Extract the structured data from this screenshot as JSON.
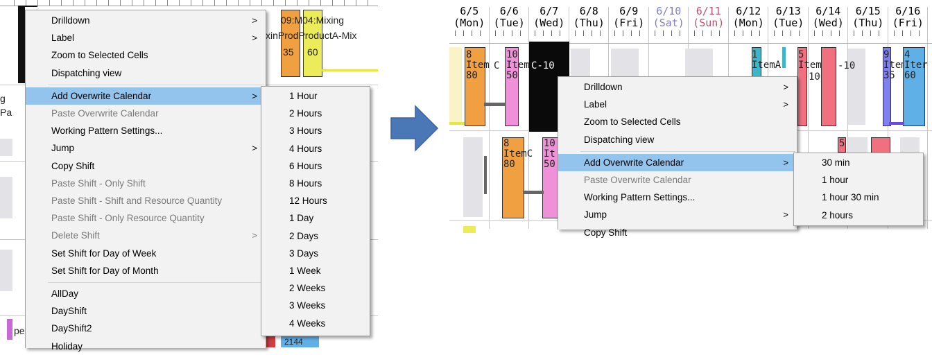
{
  "left": {
    "gantt_fragments": {
      "t1": "09:M04:Mixing",
      "t2": "xinProdProductA-Mix",
      "t3": "35",
      "t4": "60",
      "side1": "g",
      "side2": "Pa",
      "side3": "pe",
      "bottom": "2144"
    },
    "menu": {
      "items": [
        {
          "label": "Drilldown",
          "arrow": ">",
          "disabled": false
        },
        {
          "label": "Label",
          "arrow": ">",
          "disabled": false
        },
        {
          "label": "Zoom to Selected Cells",
          "arrow": "",
          "disabled": false
        },
        {
          "label": "Dispatching view",
          "arrow": "",
          "disabled": false
        },
        {
          "label": "Add Overwrite Calendar",
          "arrow": ">",
          "disabled": false,
          "highlight": true
        },
        {
          "label": "Paste Overwrite Calendar",
          "arrow": "",
          "disabled": true
        },
        {
          "label": "Working Pattern Settings...",
          "arrow": "",
          "disabled": false
        },
        {
          "label": "Jump",
          "arrow": ">",
          "disabled": false
        },
        {
          "label": "Copy Shift",
          "arrow": "",
          "disabled": false
        },
        {
          "label": "Paste Shift - Only Shift",
          "arrow": "",
          "disabled": true
        },
        {
          "label": "Paste Shift - Shift and Resource Quantity",
          "arrow": "",
          "disabled": true
        },
        {
          "label": "Paste Shift - Only Resource Quantity",
          "arrow": "",
          "disabled": true
        },
        {
          "label": "Delete Shift",
          "arrow": ">",
          "disabled": true
        },
        {
          "label": "Set Shift for Day of Week",
          "arrow": "",
          "disabled": false
        },
        {
          "label": "Set Shift for Day of Month",
          "arrow": "",
          "disabled": false
        },
        {
          "label": "AllDay",
          "arrow": "",
          "disabled": false
        },
        {
          "label": "DayShift",
          "arrow": "",
          "disabled": false
        },
        {
          "label": "DayShift2",
          "arrow": "",
          "disabled": false
        },
        {
          "label": "Holiday",
          "arrow": "",
          "disabled": false
        }
      ]
    },
    "submenu": {
      "items": [
        "1 Hour",
        "2 Hours",
        "3 Hours",
        "4 Hours",
        "6 Hours",
        "8 Hours",
        "12 Hours",
        "1 Day",
        "2 Days",
        "3 Days",
        "1 Week",
        "2 Weeks",
        "3 Weeks",
        "4 Weeks"
      ]
    }
  },
  "arrow": {
    "color": "#4a78b7"
  },
  "right": {
    "dates": [
      {
        "d": "6/5",
        "w": "(Mon)",
        "color": "#000000"
      },
      {
        "d": "6/6",
        "w": "(Tue)",
        "color": "#000000"
      },
      {
        "d": "6/7",
        "w": "(Wed)",
        "color": "#000000"
      },
      {
        "d": "6/8",
        "w": "(Thu)",
        "color": "#000000"
      },
      {
        "d": "6/9",
        "w": "(Fri)",
        "color": "#000000"
      },
      {
        "d": "6/10",
        "w": "(Sat)",
        "color": "#8080c0"
      },
      {
        "d": "6/11",
        "w": "(Sun)",
        "color": "#c05070"
      },
      {
        "d": "6/12",
        "w": "(Mon)",
        "color": "#000000"
      },
      {
        "d": "6/13",
        "w": "(Tue)",
        "color": "#000000"
      },
      {
        "d": "6/14",
        "w": "(Wed)",
        "color": "#000000"
      },
      {
        "d": "6/15",
        "w": "(Thu)",
        "color": "#000000"
      },
      {
        "d": "6/16",
        "w": "(Fri)",
        "color": "#000000"
      }
    ],
    "bars": {
      "b1": "8\nItem\n80",
      "b1b": "C",
      "b2": "10\nItem\n50",
      "b3": "C-10",
      "b4": "8\nItemC\n80",
      "b5": "10\nIt\n50",
      "b6": "1\nItemA",
      "b7": "5\nItemC",
      "b7n": "100",
      "b7t": "-10",
      "b8": "5",
      "b9": "9\nItem\n35",
      "b10": "4\nIter\n60"
    },
    "menu": {
      "items": [
        {
          "label": "Drilldown",
          "arrow": ">",
          "disabled": false
        },
        {
          "label": "Label",
          "arrow": ">",
          "disabled": false
        },
        {
          "label": "Zoom to Selected Cells",
          "arrow": "",
          "disabled": false
        },
        {
          "label": "Dispatching view",
          "arrow": "",
          "disabled": false
        },
        {
          "label": "Add Overwrite Calendar",
          "arrow": ">",
          "disabled": false,
          "highlight": true
        },
        {
          "label": "Paste Overwrite Calendar",
          "arrow": "",
          "disabled": true
        },
        {
          "label": "Working Pattern Settings...",
          "arrow": "",
          "disabled": false
        },
        {
          "label": "Jump",
          "arrow": ">",
          "disabled": false
        },
        {
          "label": "Copy Shift",
          "arrow": "",
          "disabled": false
        }
      ]
    },
    "submenu": {
      "items": [
        "30 min",
        "1 hour",
        "1 hour 30 min",
        "2 hours"
      ]
    }
  }
}
